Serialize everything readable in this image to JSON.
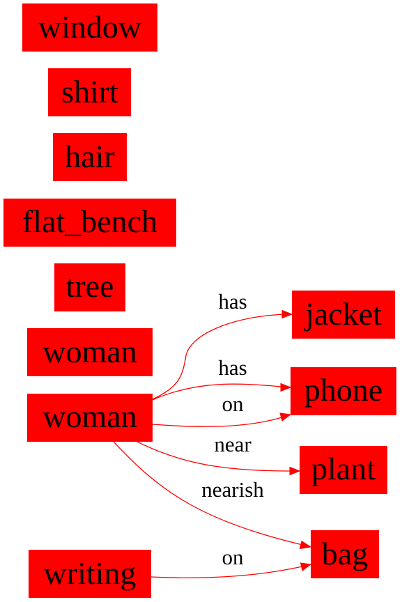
{
  "colors": {
    "node_fill": "#ff0000",
    "edge": "#ff0000",
    "text": "#000000",
    "background": "#ffffff"
  },
  "nodes": {
    "window": "window",
    "shirt": "shirt",
    "hair": "hair",
    "flat_bench": "flat_bench",
    "tree": "tree",
    "woman1": "woman",
    "woman2": "woman",
    "writing": "writing",
    "jacket": "jacket",
    "phone": "phone",
    "plant": "plant",
    "bag": "bag"
  },
  "edges": [
    {
      "from": "woman2",
      "to": "jacket",
      "label": "has"
    },
    {
      "from": "woman2",
      "to": "phone",
      "label": "has"
    },
    {
      "from": "woman2",
      "to": "phone",
      "label": "on"
    },
    {
      "from": "woman2",
      "to": "plant",
      "label": "near"
    },
    {
      "from": "woman2",
      "to": "bag",
      "label": "nearish"
    },
    {
      "from": "writing",
      "to": "bag",
      "label": "on"
    }
  ]
}
